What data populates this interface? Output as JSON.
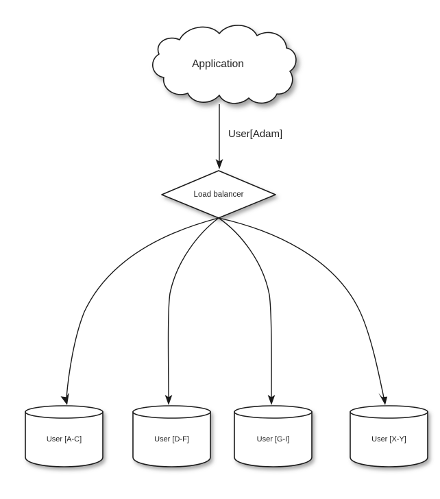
{
  "diagram": {
    "title_text": "Application",
    "background_color": "#ffffff",
    "stroke_color": "#1a1a1a",
    "text_color": "#212121",
    "nodes": {
      "application": {
        "label": "Application",
        "shape": "cloud"
      },
      "load_balancer": {
        "label": "Load balancer",
        "shape": "diamond"
      },
      "databases": [
        {
          "label": "User [A-C]",
          "shape": "cylinder"
        },
        {
          "label": "User [D-F]",
          "shape": "cylinder"
        },
        {
          "label": "User [G-I]",
          "shape": "cylinder"
        },
        {
          "label": "User [X-Y]",
          "shape": "cylinder"
        }
      ]
    },
    "edges": [
      {
        "from": "application",
        "to": "load_balancer",
        "label": "User[Adam]"
      },
      {
        "from": "load_balancer",
        "to": "User [A-C]",
        "label": ""
      },
      {
        "from": "load_balancer",
        "to": "User [D-F]",
        "label": ""
      },
      {
        "from": "load_balancer",
        "to": "User [G-I]",
        "label": ""
      },
      {
        "from": "load_balancer",
        "to": "User [X-Y]",
        "label": ""
      }
    ]
  }
}
